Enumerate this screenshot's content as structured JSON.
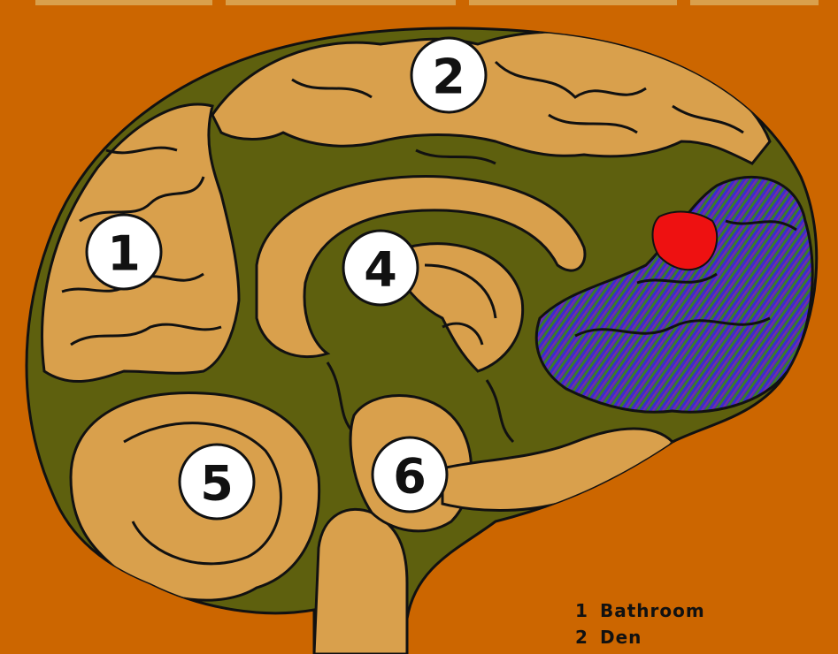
{
  "colors": {
    "background": "#cc6600",
    "tan": "#d9a04c",
    "olive": "#5e600e",
    "outline": "#111111",
    "highlight": "#ee1111",
    "stripe_blue": "#3a2bd0",
    "stripe_green": "#3e7a2a",
    "stripe_purple": "#7a2fa0"
  },
  "regions": [
    {
      "id": "1",
      "label": "1"
    },
    {
      "id": "2",
      "label": "2"
    },
    {
      "id": "4",
      "label": "4"
    },
    {
      "id": "5",
      "label": "5"
    },
    {
      "id": "6",
      "label": "6"
    }
  ],
  "legend": [
    {
      "number": "1",
      "text": "Bathroom"
    },
    {
      "number": "2",
      "text": "Den"
    }
  ]
}
